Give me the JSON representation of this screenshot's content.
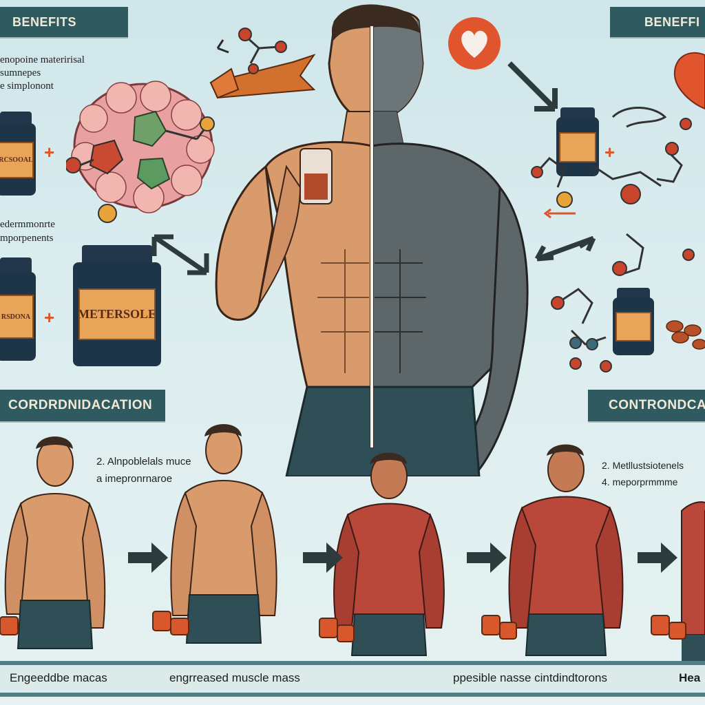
{
  "banners": {
    "benefits_left": "BENEFITS",
    "benefits_right": "BENEFFI",
    "contraindication_left": "CORDRDNIDACATION",
    "contraindication_right": "CONTRONDCAV"
  },
  "left_notes": {
    "top_lines": [
      "enopoine materirisal",
      "sumnepes",
      "e simplonont"
    ],
    "mid_lines": [
      "edermmonrte",
      "mporpenents"
    ]
  },
  "bottle_labels": {
    "big": "METERSOLE",
    "small_1": "RCSOOAL",
    "small_2": "RSDONA"
  },
  "mid_notes": {
    "left_lines": [
      "2. Alnpoblelals muce",
      "a imepronrnaroe"
    ],
    "right_lines": [
      "2. Metllustsiotenels",
      "4. meporprmmme"
    ]
  },
  "bottom_labels": [
    "Engeeddbe macas",
    "engrreased muscle mass",
    "ppesible nasse cintdindtorons",
    "Hea"
  ],
  "colors": {
    "banner_bg": "#2f5b60",
    "accent_orange": "#d9572c",
    "heart_red": "#e0552e",
    "skin": "#d99a6c",
    "muscle_red": "#b9473a"
  },
  "icons": [
    "heart-icon",
    "molecule-icon",
    "supplement-bottle-icon",
    "right-arrow-icon",
    "dumbbell-icon"
  ]
}
